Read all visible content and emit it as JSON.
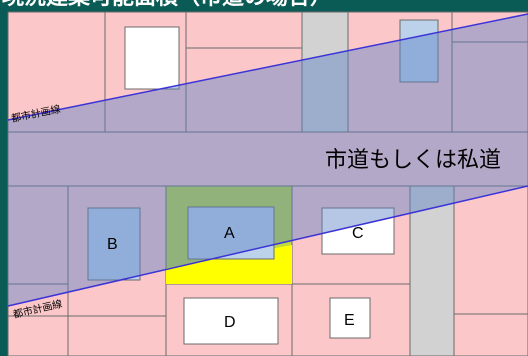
{
  "title": "現況建築可能面積（市道の場合）",
  "road_label": "市道もしくは私道",
  "plan_line_label_upper": "都市計画線",
  "plan_line_label_lower": "都市計画線",
  "buildings": {
    "a": "A",
    "b": "B",
    "c": "C",
    "d": "D",
    "e": "E"
  },
  "colors": {
    "background": "#0a5a55",
    "lot": "#fbc7c9",
    "band": "#9cb6d9",
    "building": "#bcd2ea",
    "lot_a": "#bfd93f",
    "buildable_area": "#ffff00",
    "side_road": "#d2d2d2",
    "plan_line": "#3b33d8"
  }
}
